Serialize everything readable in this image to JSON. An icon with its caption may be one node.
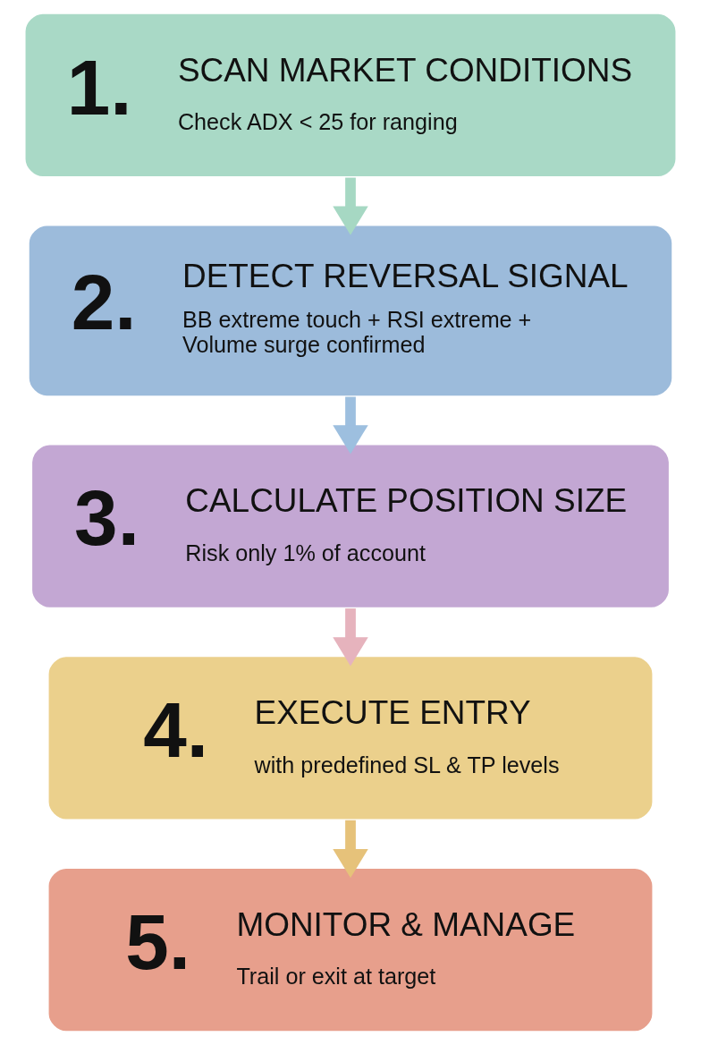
{
  "diagram": {
    "nodes": [
      {
        "text": [
          "1.",
          "SCAN MARKET CONDITIONS",
          "Check ADX < 25 for ranging"
        ]
      },
      {
        "text": [
          "2.",
          "DETECT REVERSAL SIGNAL",
          "BB extreme touch + RSI extreme + Volume surge confirmed"
        ]
      },
      {
        "text": [
          "3.",
          "CALCULATE POSITION SIZE",
          "Risk only 1% of account"
        ]
      },
      {
        "text": [
          "4.",
          "EXECUTE ENTRY",
          "with predefined SL & TP levels"
        ]
      },
      {
        "text": [
          "5.",
          "MONITOR & MANAGE",
          "Trail or exit at target"
        ]
      }
    ],
    "edges": [
      {
        "from": 0,
        "to": 1,
        "arrow": "to",
        "color": "#a6d8c3"
      },
      {
        "from": 1,
        "to": 2,
        "arrow": "to",
        "color": "#9dbfdf"
      },
      {
        "from": 2,
        "to": 3,
        "arrow": "to",
        "color": "#e6b3bd"
      },
      {
        "from": 3,
        "to": 4,
        "arrow": "to",
        "color": "#e6c27a"
      }
    ]
  }
}
